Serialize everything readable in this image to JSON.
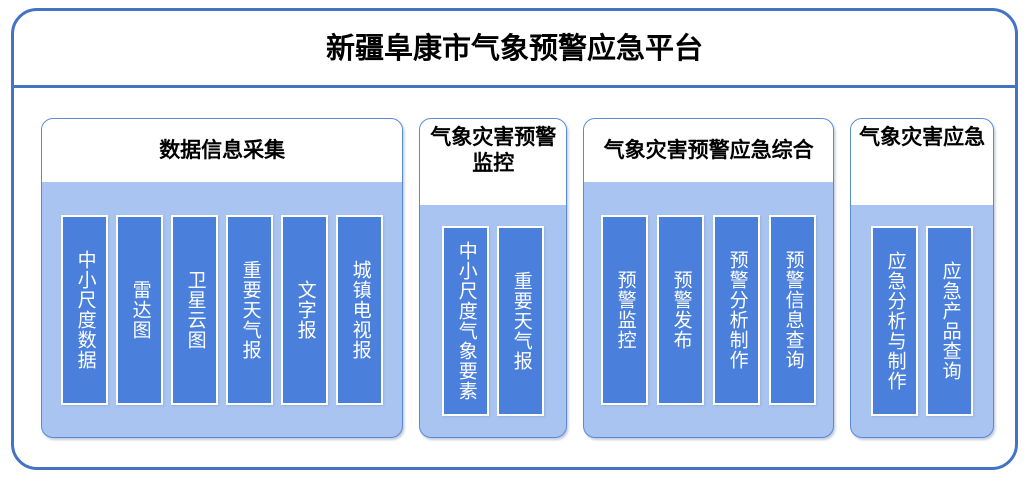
{
  "platform": {
    "title": "新疆阜康市气象预警应急平台",
    "frame_color": "#4472c4",
    "group_fill": "#a9c4f1",
    "block_fill": "#4a7fdc",
    "block_text_color": "#ffffff"
  },
  "groups": [
    {
      "name": "data-collection",
      "title": "数据信息采集",
      "blocks": [
        {
          "label": "中小尺度数据"
        },
        {
          "label": "雷达图"
        },
        {
          "label": "卫星云图"
        },
        {
          "label": "重要天气报"
        },
        {
          "label": "文字报"
        },
        {
          "label": "城镇电视报"
        }
      ]
    },
    {
      "name": "disaster-warning-monitoring",
      "title": "气象灾害预警监控",
      "blocks": [
        {
          "label": "中小尺度气象要素"
        },
        {
          "label": "重要天气报"
        }
      ]
    },
    {
      "name": "warning-emergency-integration",
      "title": "气象灾害预警应急综合",
      "blocks": [
        {
          "label": "预警监控"
        },
        {
          "label": "预警发布"
        },
        {
          "label": "预警分析制作"
        },
        {
          "label": "预警信息查询"
        }
      ]
    },
    {
      "name": "disaster-emergency",
      "title": "气象灾害应急",
      "blocks": [
        {
          "label": "应急分析与制作"
        },
        {
          "label": "应急产品查询"
        }
      ]
    }
  ]
}
